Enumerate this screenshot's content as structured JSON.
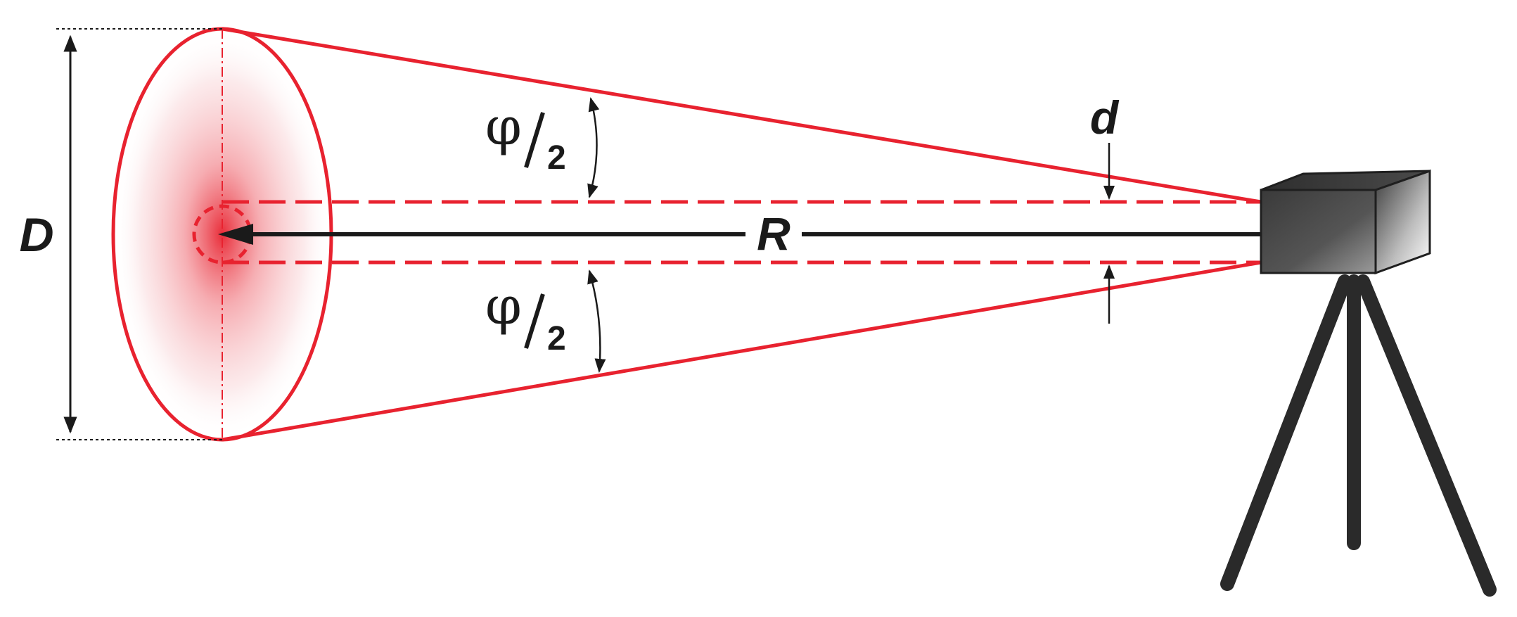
{
  "labels": {
    "diameter": "D",
    "range": "R",
    "aperture": "d",
    "half_angle_top_symbol": "φ",
    "half_angle_top_divisor": "2",
    "half_angle_bottom_symbol": "φ",
    "half_angle_bottom_divisor": "2"
  },
  "colors": {
    "beam": "#e8222f",
    "ink": "#1a1a1a",
    "background": "#ffffff"
  },
  "icons": {
    "device": "rangefinder-camera-icon",
    "stand": "tripod-icon"
  }
}
